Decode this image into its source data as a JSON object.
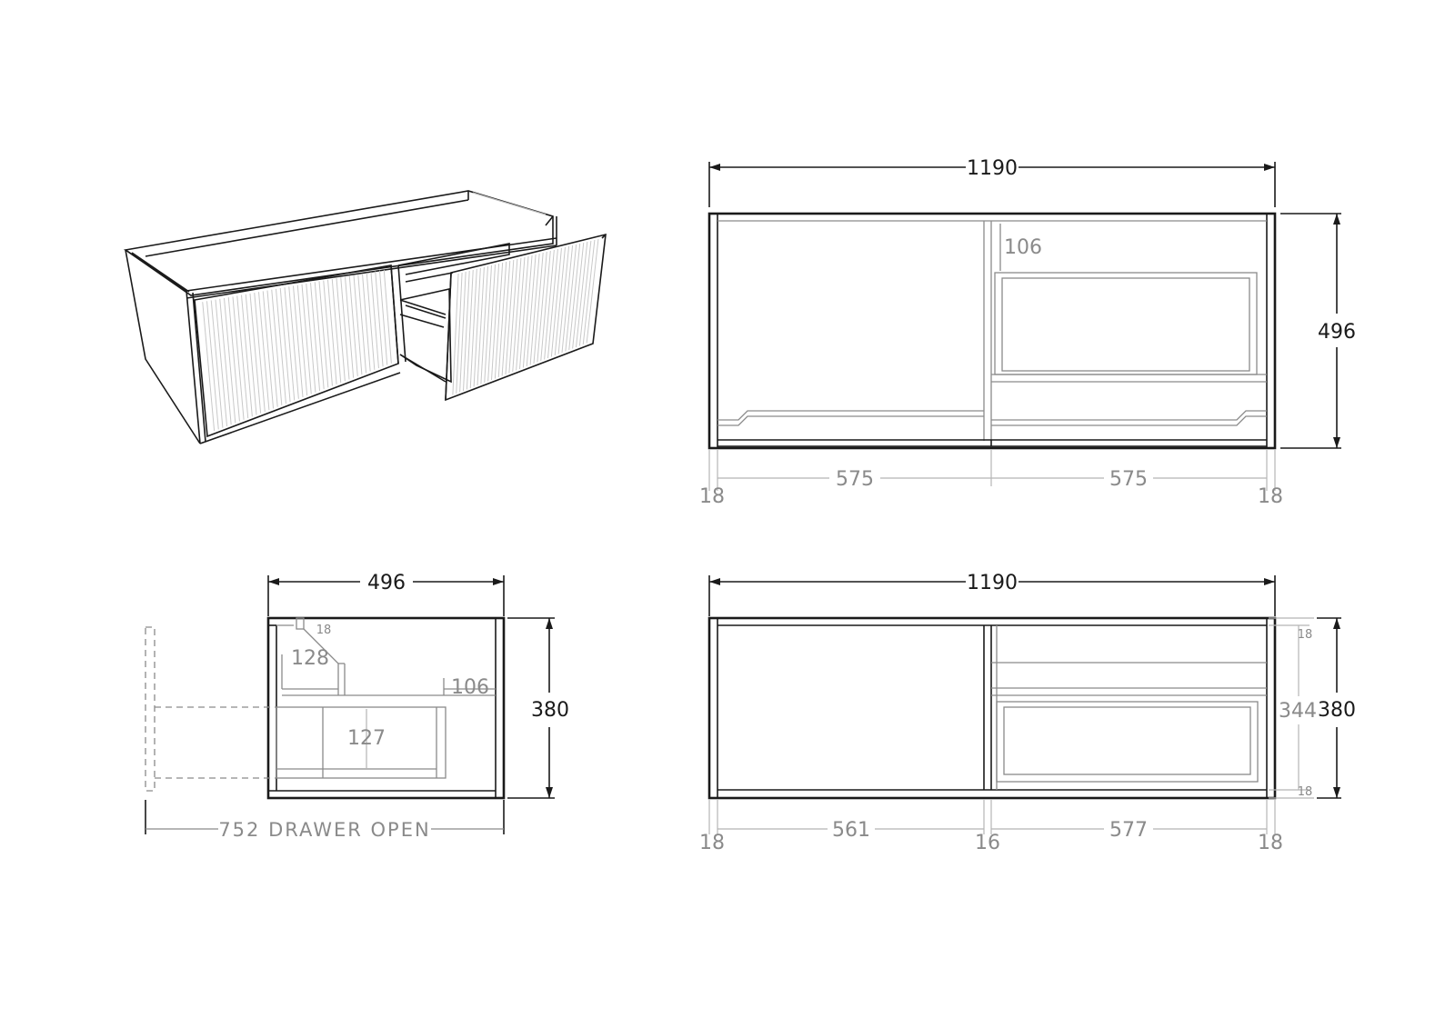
{
  "views": {
    "isometric": {
      "caption": ""
    },
    "top_view": {
      "overall_width": "1190",
      "depth": "496",
      "drawer_offset": "106",
      "left_panel": "18",
      "right_panel": "18",
      "left_bay": "575",
      "right_bay": "575"
    },
    "side_view": {
      "depth": "496",
      "height": "380",
      "top_rail": "18",
      "drawer_setback": "128",
      "drawer_front_offset": "106",
      "drawer_height": "127",
      "drawer_open": "752 DRAWER OPEN"
    },
    "front_view": {
      "overall_width": "1190",
      "height": "380",
      "inner_height": "344",
      "top_panel": "18",
      "bottom_panel": "18",
      "left_panel": "18",
      "divider": "16",
      "right_panel": "18",
      "left_bay": "561",
      "right_bay": "577"
    }
  },
  "colors": {
    "line": "#1a1a1a",
    "dimension": "#8a8a8a",
    "background": "#ffffff"
  }
}
